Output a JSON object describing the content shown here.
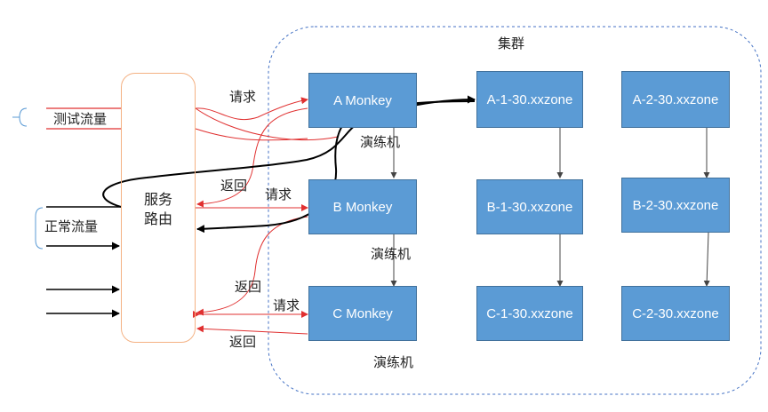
{
  "cluster_label": "集群",
  "router_label_line1": "服务",
  "router_label_line2": "路由",
  "traffic": {
    "test": "测试流量",
    "normal": "正常流量"
  },
  "monkeys": {
    "a": "A Monkey",
    "b": "B Monkey",
    "c": "C Monkey"
  },
  "zones": {
    "a1": "A-1-30.xxzone",
    "a2": "A-2-30.xxzone",
    "b1": "B-1-30.xxzone",
    "b2": "B-2-30.xxzone",
    "c1": "C-1-30.xxzone",
    "c2": "C-2-30.xxzone"
  },
  "labels": {
    "request_a": "请求",
    "return_a": "返回",
    "request_b": "请求",
    "return_b": "返回",
    "request_c": "请求",
    "return_c": "返回",
    "drill_a": "演练机",
    "drill_b": "演练机",
    "drill_c": "演练机"
  },
  "colors": {
    "box": "#5b9bd5",
    "box_border": "#41719c",
    "router_border": "#f4b183",
    "cluster_border": "#4472c4",
    "red": "#e03030",
    "black": "#000000"
  }
}
